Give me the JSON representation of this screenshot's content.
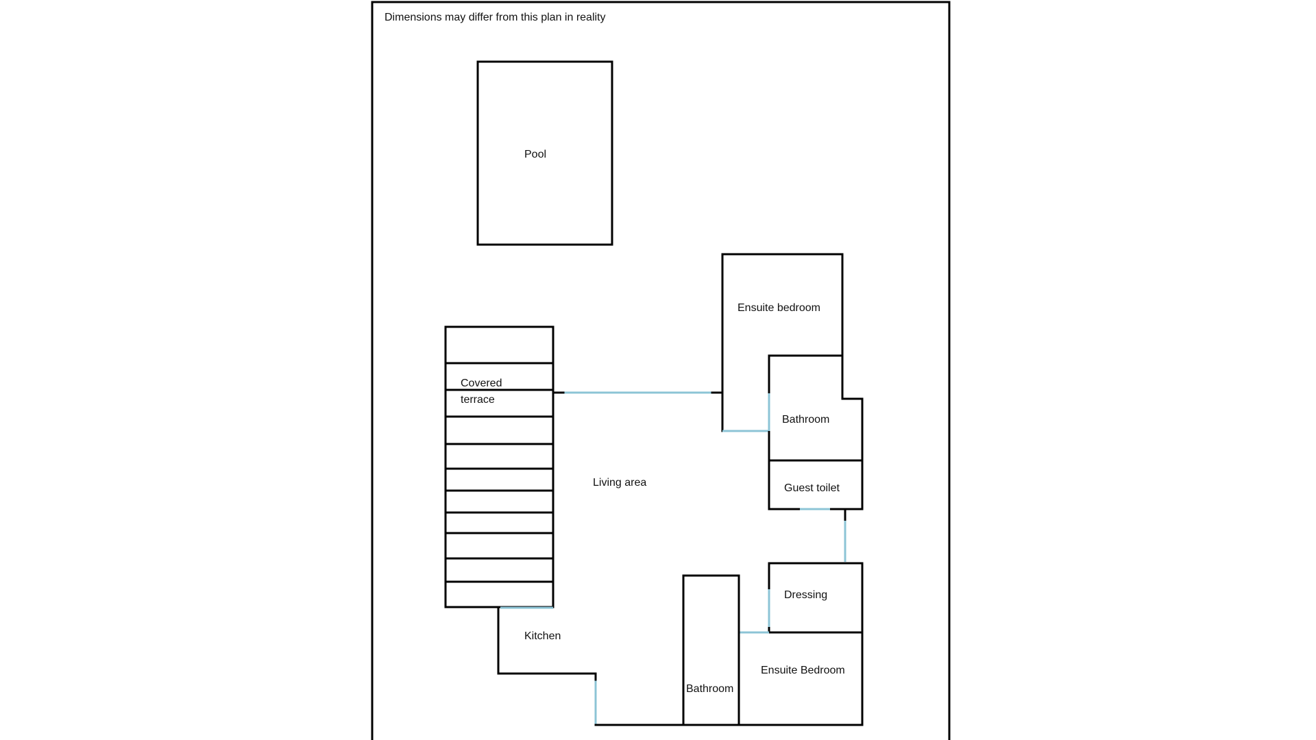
{
  "note": "Dimensions may differ from this plan in reality",
  "rooms": {
    "pool": "Pool",
    "ensuite_bedroom_top": "Ensuite bedroom",
    "covered_terrace_line1": "Covered",
    "covered_terrace_line2": "terrace",
    "bathroom_top": "Bathroom",
    "living_area": "Living area",
    "guest_toilet": "Guest toilet",
    "dressing": "Dressing",
    "kitchen": "Kitchen",
    "ensuite_bedroom_bottom": "Ensuite Bedroom",
    "bathroom_bottom": "Bathroom"
  },
  "colors": {
    "wall": "#000000",
    "door_opening": "#8cc4d6",
    "background": "#ffffff"
  }
}
